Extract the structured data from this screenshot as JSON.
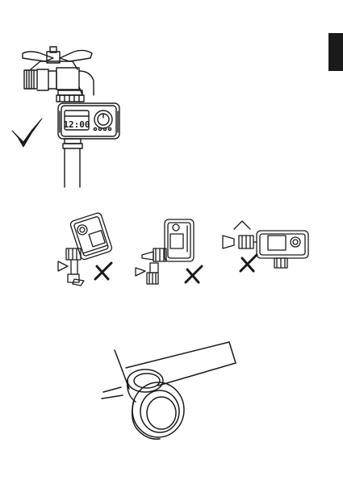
{
  "page": {
    "side_tab_color": "#1a1a1a"
  },
  "figure_correct": {
    "timer_display": "12:00",
    "check_icon": "check-mark-icon"
  },
  "figure_incorrect": {
    "cross_icon": "cross-mark-icon",
    "count": 3
  },
  "figure_tighten": {
    "icon": "wrench-on-nut-illustration"
  }
}
